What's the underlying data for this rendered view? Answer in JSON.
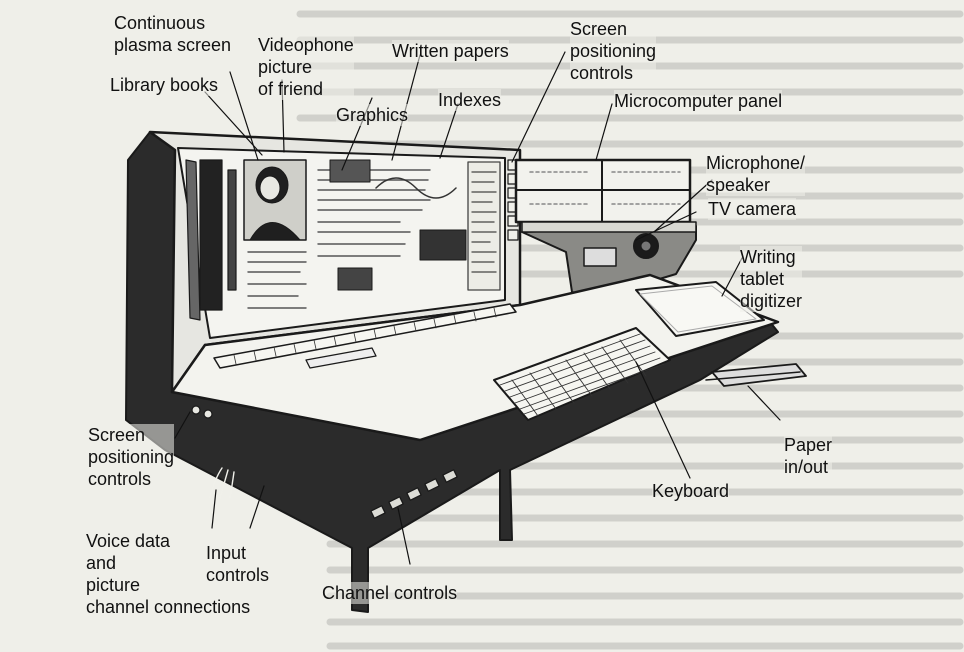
{
  "labels": {
    "continuous_plasma_screen": "Continuous\nplasma screen",
    "library_books": "Library books",
    "videophone_picture": "Videophone\npicture\nof friend",
    "graphics": "Graphics",
    "written_papers": "Written papers",
    "indexes": "Indexes",
    "screen_positioning_controls_top": "Screen\npositioning\ncontrols",
    "microcomputer_panel": "Microcomputer panel",
    "microphone_speaker": "Microphone/\nspeaker",
    "tv_camera": "TV camera",
    "writing_tablet_digitizer": "Writing\ntablet\ndigitizer",
    "paper_in_out": "Paper\nin/out",
    "keyboard": "Keyboard",
    "screen_positioning_controls_bottom": "Screen\npositioning\ncontrols",
    "voice_data_picture": "Voice data\nand\npicture\nchannel connections",
    "input_controls": "Input\ncontrols",
    "channel_controls": "Channel controls"
  },
  "colors": {
    "ink": "#111111",
    "paper": "#efefe9",
    "console_dark": "#2a2a2a"
  }
}
